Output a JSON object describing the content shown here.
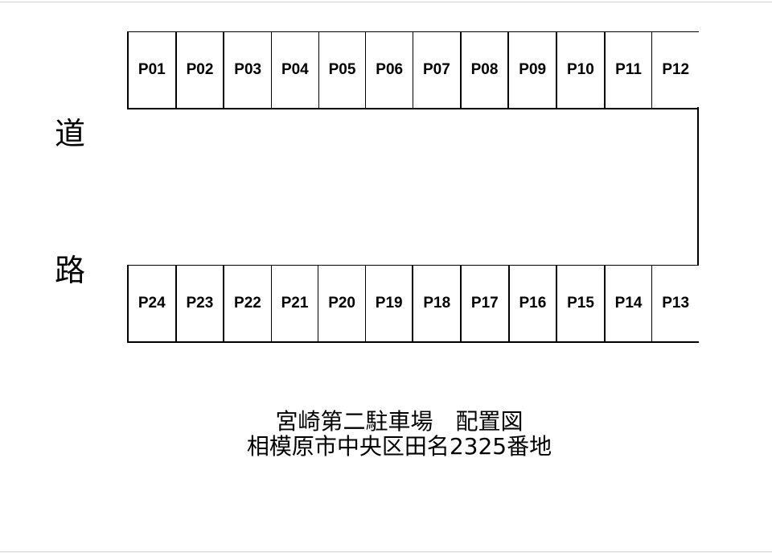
{
  "diagram": {
    "type": "parking-layout",
    "road_label": [
      "道",
      "路"
    ],
    "top_row": [
      "P01",
      "P02",
      "P03",
      "P04",
      "P05",
      "P06",
      "P07",
      "P08",
      "P09",
      "P10",
      "P11",
      "P12"
    ],
    "bottom_row": [
      "P24",
      "P23",
      "P22",
      "P21",
      "P20",
      "P19",
      "P18",
      "P17",
      "P16",
      "P15",
      "P14",
      "P13"
    ],
    "title": "宮崎第二駐車場　配置図",
    "address": "相模原市中央区田名2325番地",
    "colors": {
      "line": "#000000",
      "background": "#ffffff",
      "page_edge": "#cfcfcf"
    }
  }
}
